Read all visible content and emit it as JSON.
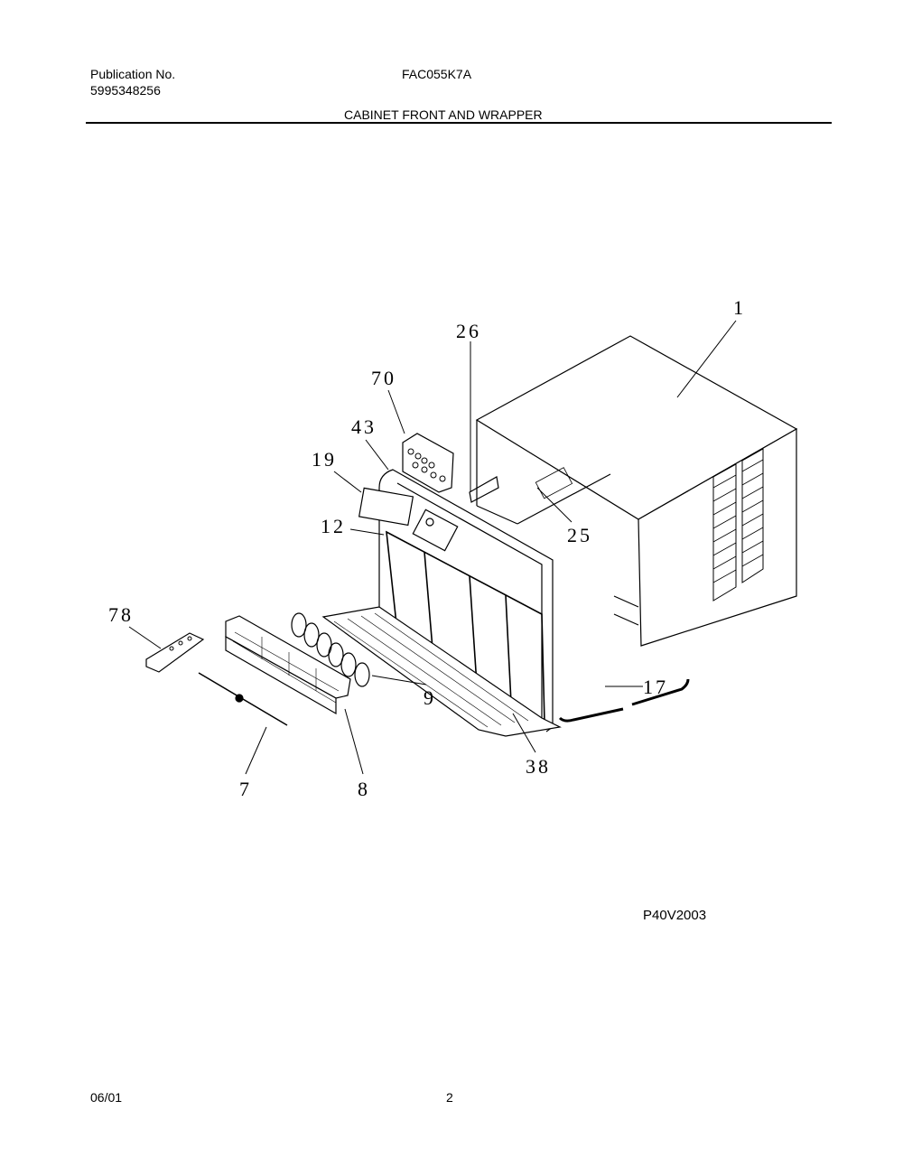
{
  "header": {
    "publication_label": "Publication No.",
    "publication_number": "5995348256",
    "model": "FAC055K7A",
    "section_title": "CABINET FRONT AND WRAPPER"
  },
  "diagram": {
    "callouts": {
      "c1": "1",
      "c26": "26",
      "c70": "70",
      "c43": "43",
      "c19": "19",
      "c12": "12",
      "c25": "25",
      "c78": "78",
      "c9": "9",
      "c17": "17",
      "c38": "38",
      "c7": "7",
      "c8": "8"
    },
    "drawing_id": "P40V2003"
  },
  "footer": {
    "date": "06/01",
    "page": "2"
  }
}
